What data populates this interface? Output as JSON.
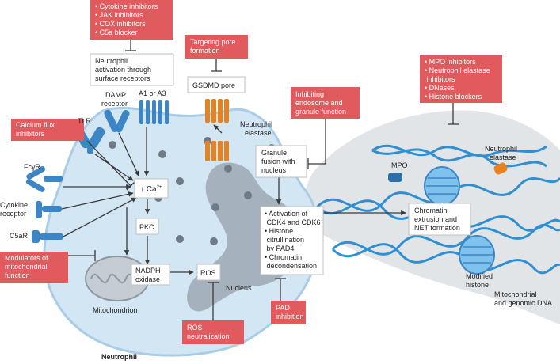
{
  "colors": {
    "inhibitor_box": "#e05a5e",
    "cell_fill": "#d3e6f3",
    "cell_stroke": "#a9cde6",
    "nucleus": "#9aa4ae",
    "receptor_blue": "#3c86c6",
    "pore_orange": "#e8821e",
    "arrow": "#3a3a3a",
    "dna_blue": "#2f8fd0",
    "nucleosome": "#7fc2ee",
    "net_cloud": "#e2e5e8"
  },
  "inhibitors": {
    "surface_receptors": [
      "• Cytokine inhibitors",
      "• JAK inhibitors",
      "• COX inhibitors",
      "• C5a blocker"
    ],
    "pore": [
      "Targeting pore",
      "formation"
    ],
    "endosome": [
      "Inhibiting",
      "endosome and",
      "granule function"
    ],
    "net": [
      "• MPO inhibitors",
      "• Neutrophil elastase",
      "  inhibitors",
      "• DNases",
      "• Histone blockers"
    ],
    "calcium": [
      "Calcium flux",
      "inhibitors"
    ],
    "mito": [
      "Modulators of",
      "mitochondrial",
      "function"
    ],
    "pad": [
      "PAD",
      "inhibition"
    ],
    "ros": [
      "ROS",
      "neutralization"
    ]
  },
  "process": {
    "activation": [
      "Neutrophil",
      "activation through",
      "surface receptors"
    ],
    "gsdmd": "GSDMD pore",
    "granule": [
      "Granule",
      "fusion with",
      "nucleus"
    ],
    "calcium": "↑ Ca",
    "calcium_sup": "2+",
    "pkc": "PKC",
    "nadph": [
      "NADPH",
      "oxidase"
    ],
    "ros": "ROS",
    "cdk": [
      "• Activation of",
      "  CDK4 and CDK6",
      "• Histone",
      "  citrullination",
      "  by PAD4",
      "• Chromatin",
      "  decondensation"
    ],
    "chromatin": [
      "Chromatin",
      "extrusion and",
      "NET formation"
    ]
  },
  "labels": {
    "a1a3": "A1 or A3",
    "damp": [
      "DAMP",
      "receptor"
    ],
    "tlr": "TLR",
    "fcgr": "FcγR",
    "cytokine": [
      "Cytokine",
      "receptor"
    ],
    "c5ar": "C5aR",
    "neutrophil_elastase_cell": [
      "Neutrophil",
      "elastase"
    ],
    "mpo": "MPO",
    "neutrophil_elastase_net": [
      "Neutrophil",
      "elastase"
    ],
    "modified_histone": [
      "Modified",
      "histone"
    ],
    "mito_dna": [
      "Mitochondrial",
      "and genomic DNA"
    ],
    "nucleus": "Nucleus",
    "mitochondrion": "Mitochondrion",
    "neutrophil": "Neutrophil"
  }
}
